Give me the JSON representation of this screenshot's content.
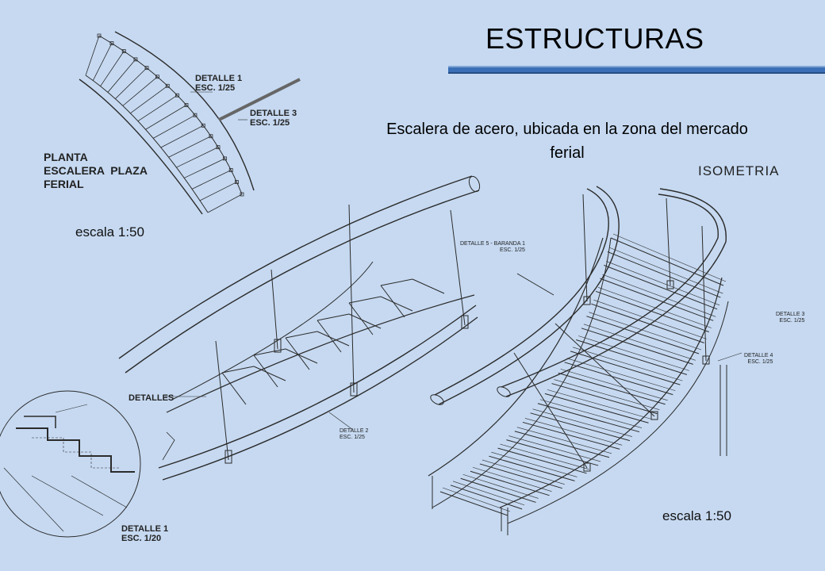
{
  "slide": {
    "title": "ESTRUCTURAS",
    "caption": "Escalera de acero, ubicada en la zona del mercado ferial"
  },
  "plan": {
    "name": "PLANTA\nESCALERA  PLAZA\nFERIAL",
    "scale": "escala 1:50",
    "callout_detail_1": "DETALLE 1\nESC. 1/25",
    "callout_detail_3": "DETALLE 3\nESC. 1/25"
  },
  "details": {
    "heading": "DETALLES",
    "detail_2": "DETALLE 2\nESC. 1/25",
    "detail_1": "DETALLE 1\nESC. 1/20"
  },
  "isometric": {
    "heading": "ISOMETRIA",
    "scale": "escala 1:50",
    "detail_5": "DETALLE 5 - BARANDA 1\nESC. 1/25",
    "detail_3": "DETALLE 3\nESC. 1/25",
    "detail_4": "DETALLE 4\nESC. 1/25"
  },
  "colors": {
    "background": "#c6d9f1",
    "accent_bar": "#3a6fb5",
    "line": "#2b2b2b"
  }
}
